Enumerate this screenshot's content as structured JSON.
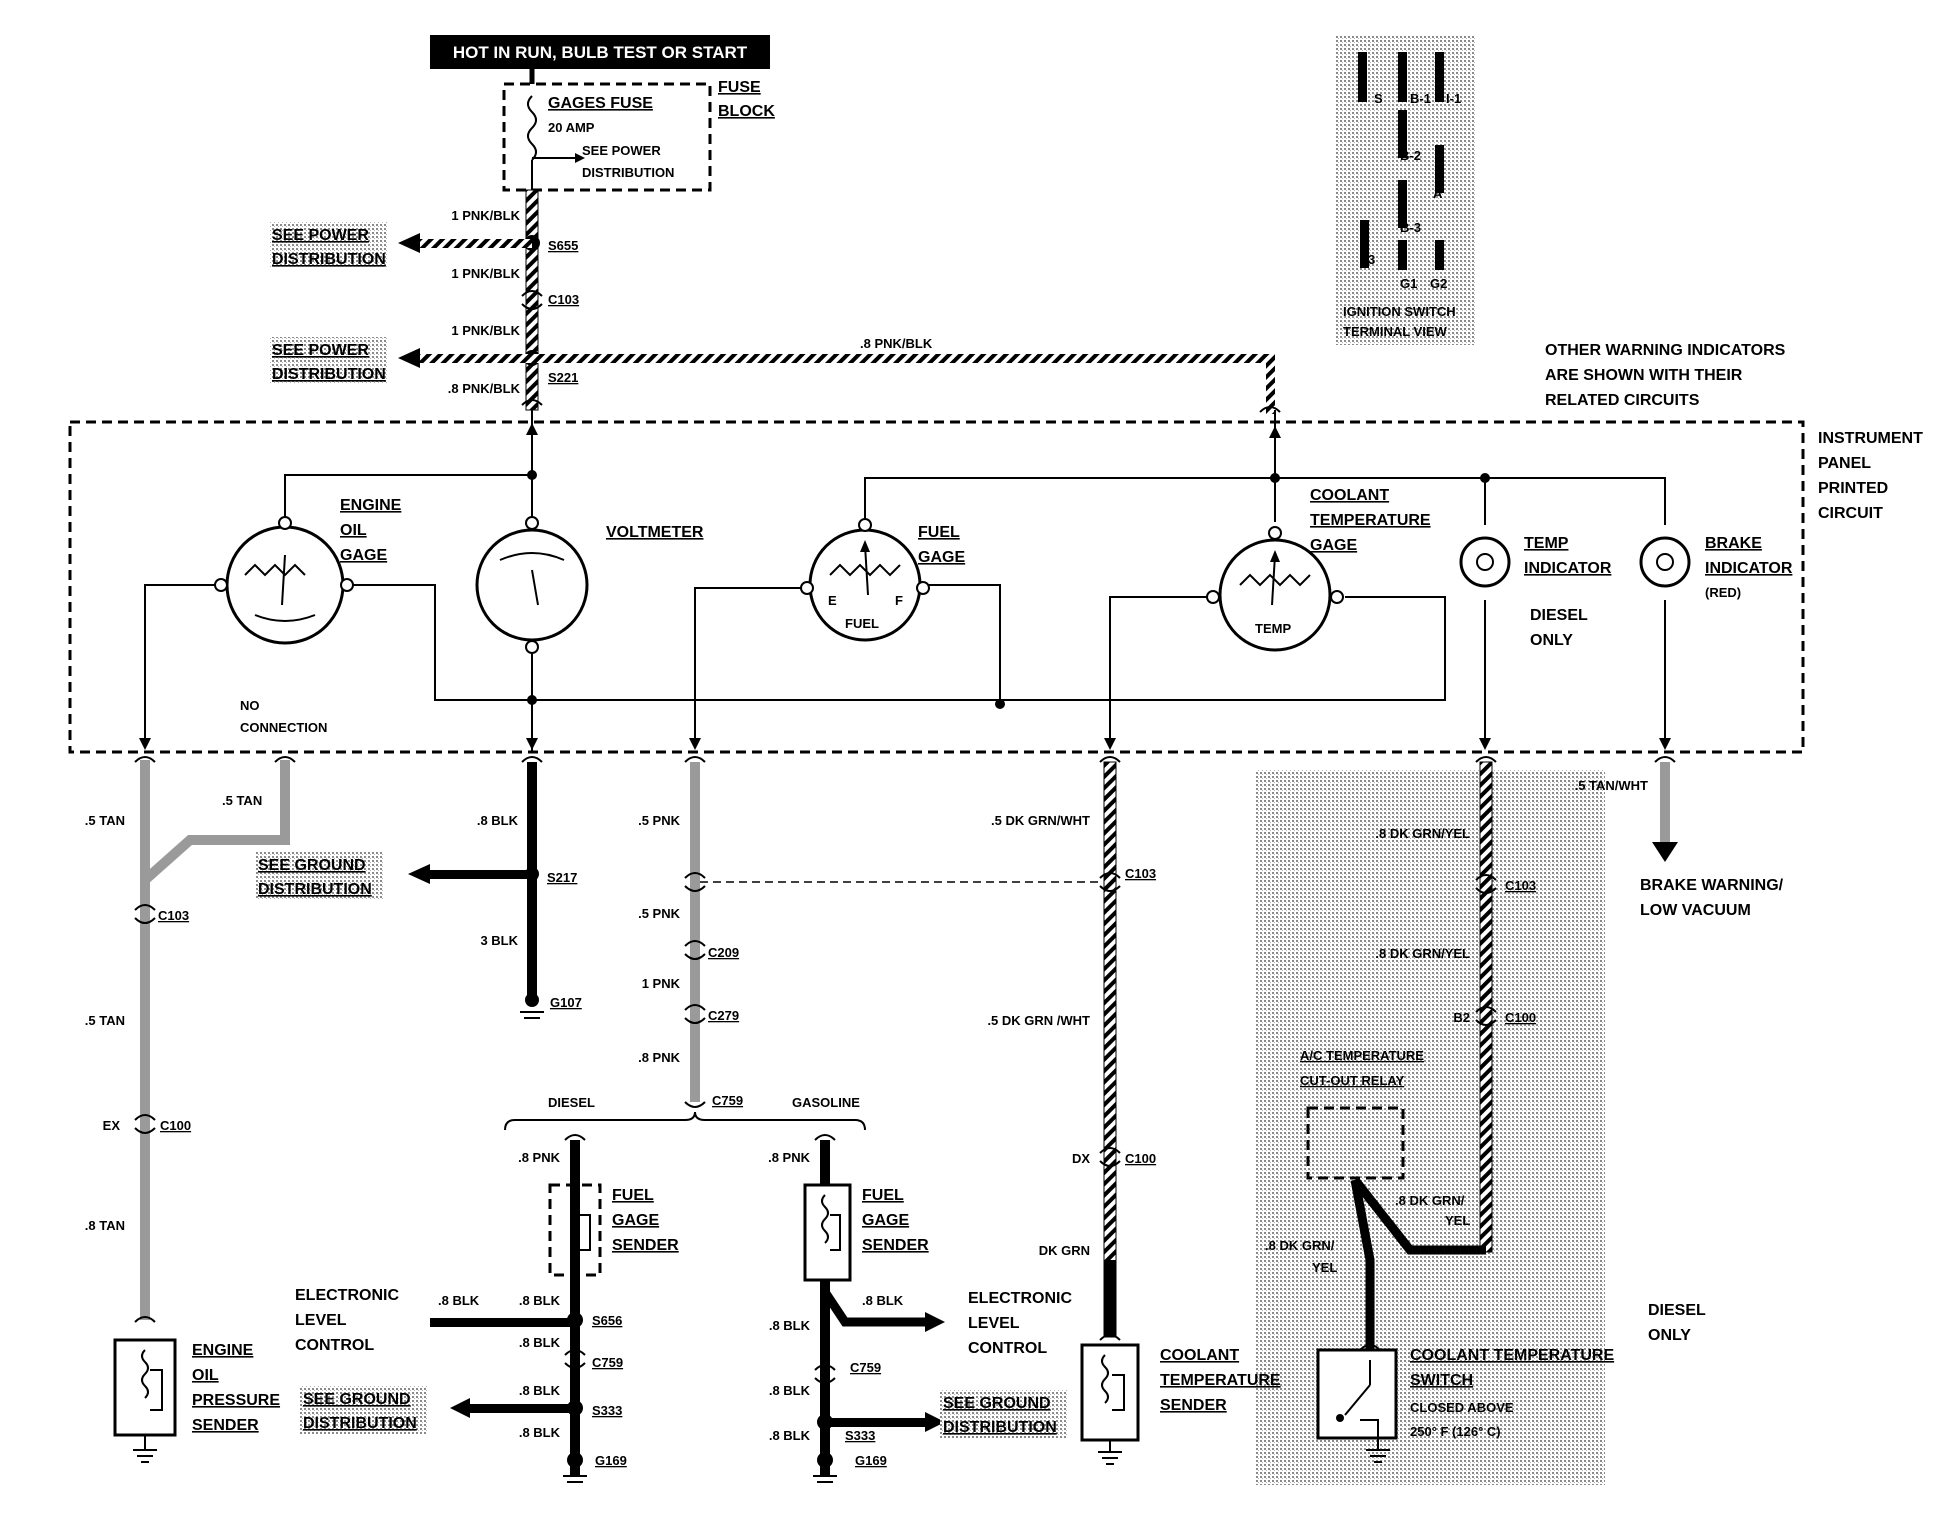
{
  "header": {
    "hot_label": "HOT IN RUN,   BULB TEST OR START"
  },
  "fuse_block": {
    "fuse_name": "GAGES FUSE",
    "fuse_rating": "20 AMP",
    "see_power_1": "SEE POWER",
    "see_power_2": "DISTRIBUTION",
    "block_label_1": "FUSE",
    "block_label_2": "BLOCK"
  },
  "power_feeds": {
    "wire_top_1": "1 PNK/BLK",
    "s655": "S655",
    "wire_top_2": "1 PNK/BLK",
    "c103": "C103",
    "wire_top_3": "1 PNK/BLK",
    "s221": "S221",
    "wire_top_4": ".8 PNK/BLK",
    "wire_top_right": ".8 PNK/BLK",
    "see_power_a_1": "SEE POWER",
    "see_power_a_2": "DISTRIBUTION",
    "see_power_b_1": "SEE POWER",
    "see_power_b_2": "DISTRIBUTION"
  },
  "ignition_switch": {
    "terminals": [
      "S",
      "B-1",
      "I-1",
      "B-2",
      "A",
      "B-3",
      "I-3",
      "G1",
      "G2"
    ],
    "caption_1": "IGNITION SWITCH",
    "caption_2": "TERMINAL VIEW"
  },
  "notes": {
    "other_1": "OTHER WARNING INDICATORS",
    "other_2": "ARE SHOWN WITH THEIR",
    "other_3": "RELATED CIRCUITS"
  },
  "panel": {
    "label_1": "INSTRUMENT",
    "label_2": "PANEL",
    "label_3": "PRINTED",
    "label_4": "CIRCUIT",
    "oil_gage_1": "ENGINE",
    "oil_gage_2": "OIL",
    "oil_gage_3": "GAGE",
    "voltmeter": "VOLTMETER",
    "fuel_gage_1": "FUEL",
    "fuel_gage_2": "GAGE",
    "fuel_face": "FUEL",
    "fuel_e": "E",
    "fuel_f": "F",
    "coolant_1": "COOLANT",
    "coolant_2": "TEMPERATURE",
    "coolant_3": "GAGE",
    "temp_face": "TEMP",
    "temp_ind_1": "TEMP",
    "temp_ind_2": "INDICATOR",
    "diesel_1": "DIESEL",
    "diesel_2": "ONLY",
    "brake_1": "BRAKE",
    "brake_2": "INDICATOR",
    "brake_3": "(RED)",
    "no_conn_1": "NO",
    "no_conn_2": "CONNECTION"
  },
  "oil_circuit": {
    "w1": ".5 TAN",
    "w2": ".5 TAN",
    "c103": "C103",
    "w3": ".5 TAN",
    "ex": "EX",
    "c100": "C100",
    "w4": ".8 TAN",
    "sender_1": "ENGINE",
    "sender_2": "OIL",
    "sender_3": "PRESSURE",
    "sender_4": "SENDER"
  },
  "volt_circuit": {
    "w1": ".8 BLK",
    "see_ground_1": "SEE GROUND",
    "see_ground_2": "DISTRIBUTION",
    "s217": "S217",
    "w2": "3 BLK",
    "g107": "G107"
  },
  "fuel_circuit": {
    "w1": ".5 PNK",
    "w2": ".5 PNK",
    "c209": "C209",
    "w3": "1 PNK",
    "c279": "C279",
    "w4": ".8 PNK",
    "c759": "C759",
    "diesel": "DIESEL",
    "gasoline": "GASOLINE",
    "d_w1": ".8 PNK",
    "d_sender_1": "FUEL",
    "d_sender_2": "GAGE",
    "d_sender_3": "SENDER",
    "elc_1": "ELECTRONIC",
    "elc_2": "LEVEL",
    "elc_3": "CONTROL",
    "d_blk1": ".8 BLK",
    "d_blk2": ".8 BLK",
    "d_s656": "S656",
    "d_blk3": ".8 BLK",
    "d_c759": "C759",
    "d_blk4": ".8 BLK",
    "d_see_ground_1": "SEE GROUND",
    "d_see_ground_2": "DISTRIBUTION",
    "d_s333": "S333",
    "d_blk5": ".8 BLK",
    "d_g169": "G169",
    "g_w1": ".8 PNK",
    "g_sender_1": "FUEL",
    "g_sender_2": "GAGE",
    "g_sender_3": "SENDER",
    "g_blk1": ".8 BLK",
    "g_elc_1": "ELECTRONIC",
    "g_elc_2": "LEVEL",
    "g_elc_3": "CONTROL",
    "g_blk2": ".8 BLK",
    "g_c759": "C759",
    "g_blk3": ".8 BLK",
    "g_see_ground_1": "SEE GROUND",
    "g_see_ground_2": "DISTRIBUTION",
    "g_s333": "S333",
    "g_blk4": ".8 BLK",
    "g_g169": "G169"
  },
  "coolant_circuit": {
    "w1": ".5 DK GRN/WHT",
    "c103": "C103",
    "w2": ".5 DK GRN /WHT",
    "dx": "DX",
    "c100": "C100",
    "w3": "DK GRN",
    "sender_1": "COOLANT",
    "sender_2": "TEMPERATURE",
    "sender_3": "SENDER"
  },
  "diesel_circuit": {
    "w1": ".8 DK GRN/YEL",
    "c103": "C103",
    "w2": ".8 DK GRN/YEL",
    "b2": "B2",
    "c100": "C100",
    "relay_1": "A/C TEMPERATURE",
    "relay_2": "CUT-OUT RELAY",
    "w3a": ".8 DK GRN/",
    "w3b": "YEL",
    "w4a": ".8 DK GRN/",
    "w4b": "YEL",
    "switch_1": "COOLANT TEMPERATURE",
    "switch_2": "SWITCH",
    "switch_3": "CLOSED ABOVE",
    "switch_4": "250° F (126° C)",
    "diesel_1": "DIESEL",
    "diesel_2": "ONLY"
  },
  "brake_circuit": {
    "w1": ".5 TAN/WHT",
    "dest_1": "BRAKE WARNING/",
    "dest_2": "LOW VACUUM"
  }
}
